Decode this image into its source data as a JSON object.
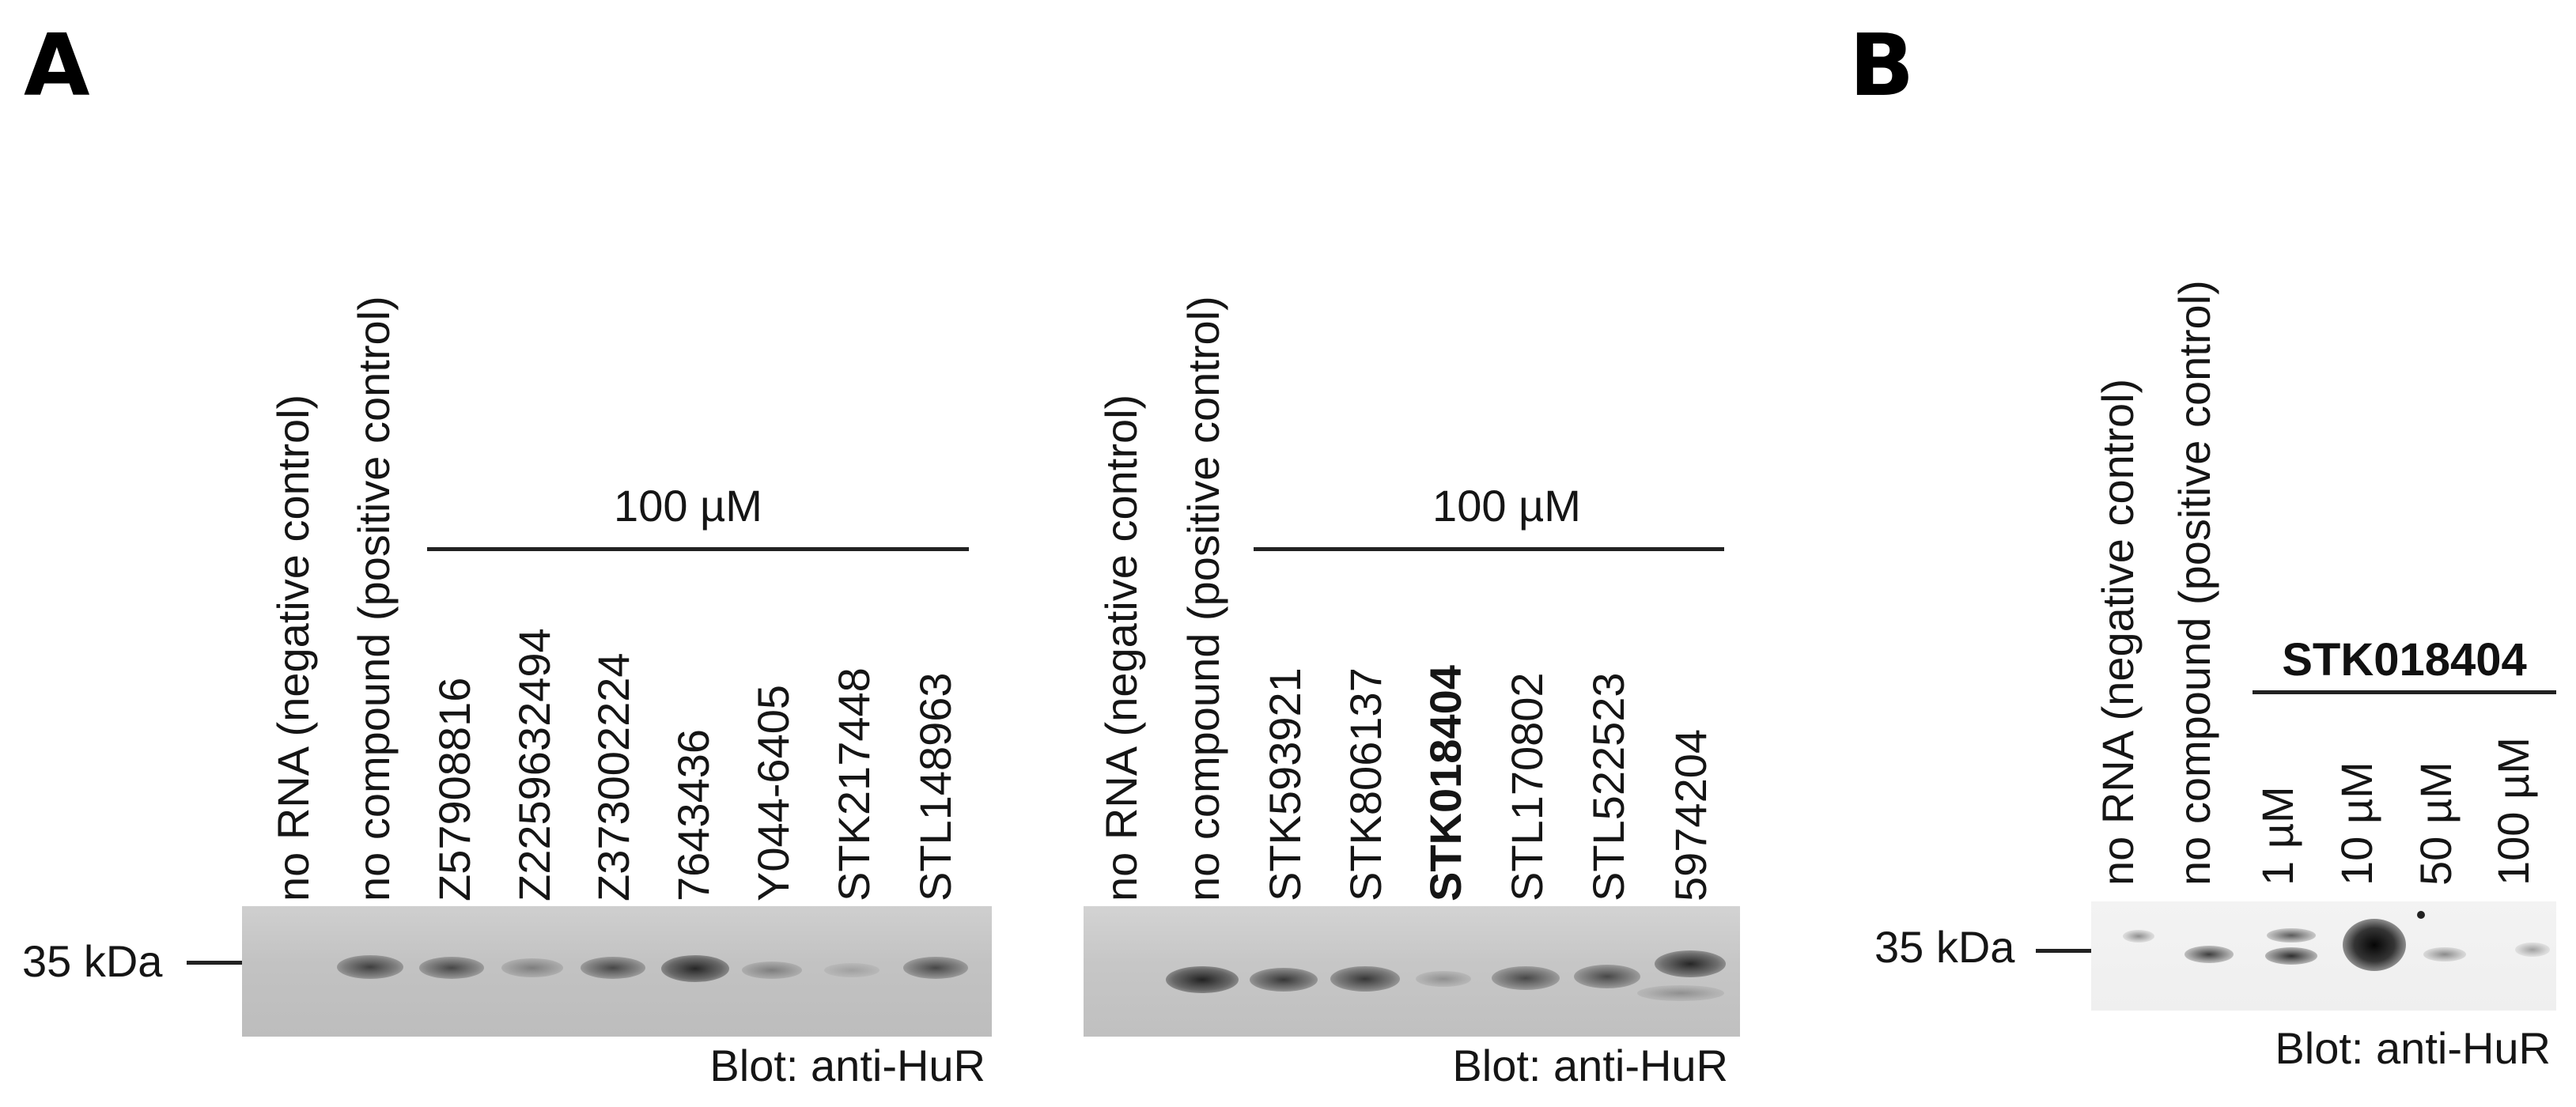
{
  "panels": {
    "A": {
      "letter": "A",
      "blot1": {
        "lanes": [
          "no RNA (negative control)",
          "no compound (positive control)",
          "Z57908816",
          "Z2259632494",
          "Z373002224",
          "7643436",
          "Y044-6405",
          "STK217448",
          "STL148963"
        ],
        "concentration": "100 µM",
        "marker": "35 kDa",
        "caption": "Blot: anti-HuR"
      },
      "blot2": {
        "lanes": [
          "no RNA (negative control)",
          "no compound (positive control)",
          "STK593921",
          "STK806137",
          "STK018404",
          "STL170802",
          "STL522523",
          "5974204"
        ],
        "highlighted_lane": "STK018404",
        "concentration": "100 µM",
        "caption": "Blot: anti-HuR"
      }
    },
    "B": {
      "letter": "B",
      "lanes": [
        "no RNA (negative control)",
        "no compound (positive control)",
        "1 µM",
        "10 µM",
        "50 µM",
        "100 µM"
      ],
      "compound": "STK018404",
      "marker": "35 kDa",
      "caption": "Blot: anti-HuR"
    }
  }
}
